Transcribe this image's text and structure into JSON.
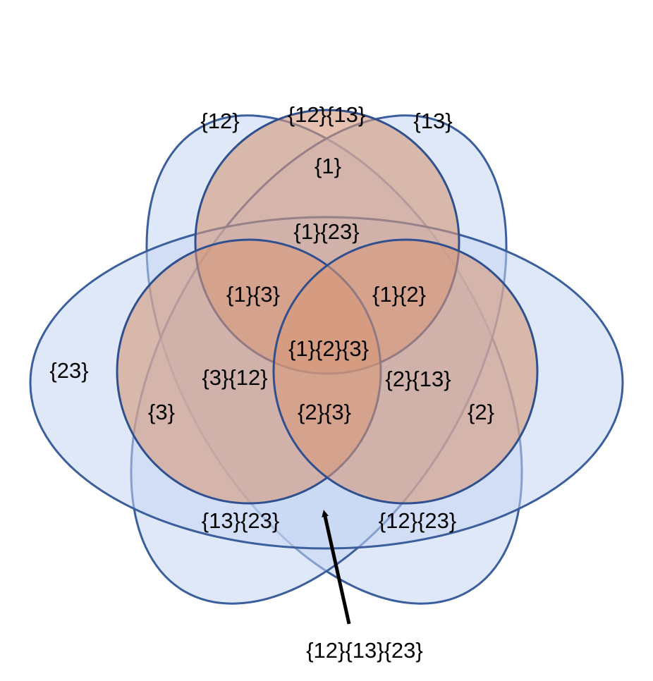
{
  "colors": {
    "ellipse_fill": "#c5d6f2",
    "ellipse_stroke": "#3b5e9d",
    "circle_fill": "#d6987a",
    "circle_stroke": "#2f4f8f",
    "arrow": "#000000"
  },
  "regions": {
    "r12": "{12}",
    "r12_13": "{12}{13}",
    "r13": "{13}",
    "r1": "{1}",
    "r1_23": "{1}{23}",
    "r1_3": "{1}{3}",
    "r1_2": "{1}{2}",
    "r1_2_3": "{1}{2}{3}",
    "r23": "{23}",
    "r3_12": "{3}{12}",
    "r2_13": "{2}{13}",
    "r3": "{3}",
    "r2_3": "{2}{3}",
    "r2": "{2}",
    "r13_23": "{13}{23}",
    "r12_23": "{12}{23}"
  },
  "callout": {
    "label": "{12}{13}{23}"
  }
}
